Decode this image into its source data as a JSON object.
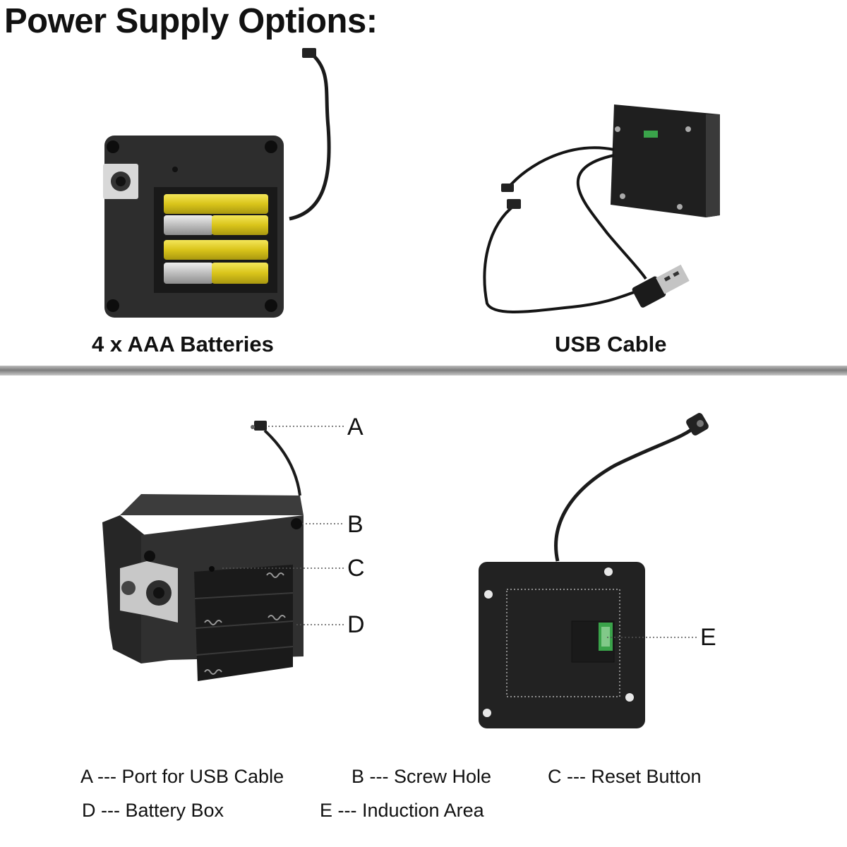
{
  "title": "Power Supply Options:",
  "options": {
    "batteries_caption": "4 x AAA Batteries",
    "usb_caption": "USB Cable"
  },
  "callouts": {
    "a": "A",
    "b": "B",
    "c": "C",
    "d": "D",
    "e": "E"
  },
  "legend": {
    "a": "A --- Port for USB Cable",
    "b": "B --- Screw Hole",
    "c": "C --- Reset Button",
    "d": "D --- Battery Box",
    "e": "E --- Induction Area"
  },
  "colors": {
    "housing": "#2b2b2b",
    "battery_yellow": "#e6d21e",
    "battery_silver": "#c9c9c9",
    "divider": "#8a8a8a",
    "induction_led": "#3aa34a"
  }
}
